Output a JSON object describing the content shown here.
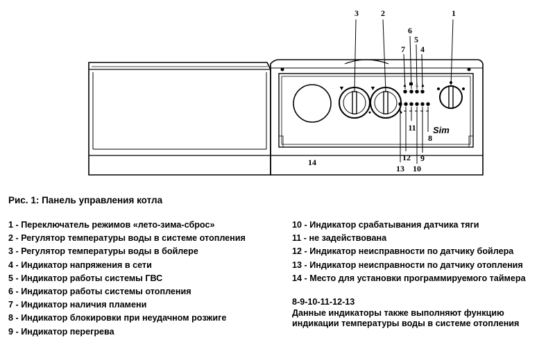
{
  "figure": {
    "callouts": [
      "1",
      "2",
      "3",
      "4",
      "5",
      "6",
      "7",
      "8",
      "9",
      "10",
      "11",
      "12",
      "13",
      "14"
    ],
    "brand_logo": "Sim"
  },
  "caption": "Рис. 1: Панель управления котла",
  "legend": {
    "left": [
      "1 - Переключатель режимов «лето-зима-сброс»",
      "2 - Регулятор температуры воды в системе отопления",
      "3 - Регулятор температуры воды в бойлере",
      "4 - Индикатор напряжения в сети",
      "5 - Индикатор работы системы ГВС",
      "6 - Индикатор работы системы отопления",
      "7 - Индикатор наличия пламени",
      "8 - Индикатор блокировки при неудачном розжиге",
      "9 - Индикатор перегрева"
    ],
    "right": [
      "10 - Индикатор срабатывания датчика тяги",
      "11 - не задействована",
      "12 - Индикатор неисправности по датчику бойлера",
      "13 - Индикатор неисправности по датчику отопления",
      "14 - Место для установки программируемого таймера"
    ]
  },
  "note": {
    "ids": "8-9-10-11-12-13",
    "lines": [
      "Данные индикаторы также выполняют функцию",
      "индикации температуры воды в системе отопления"
    ]
  }
}
